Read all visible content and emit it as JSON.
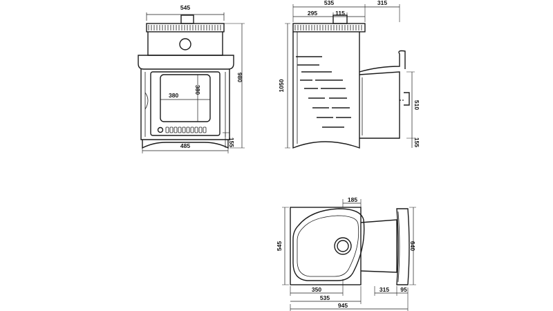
{
  "front_view": {
    "width_top": "545",
    "height_total": "980",
    "door_width": "380",
    "door_height": "380",
    "base_width": "485",
    "base_height": "155"
  },
  "side_view": {
    "depth": "535",
    "offset": "295",
    "chimney": "115",
    "tank": "315",
    "height_total": "1050",
    "tank_height": "510",
    "base_height": "155"
  },
  "top_view": {
    "chimney_offset": "185",
    "width": "545",
    "tank_width": "640",
    "firebox_depth": "350",
    "depth": "535",
    "tank_depth": "315",
    "lip": "95",
    "total_length": "945"
  }
}
